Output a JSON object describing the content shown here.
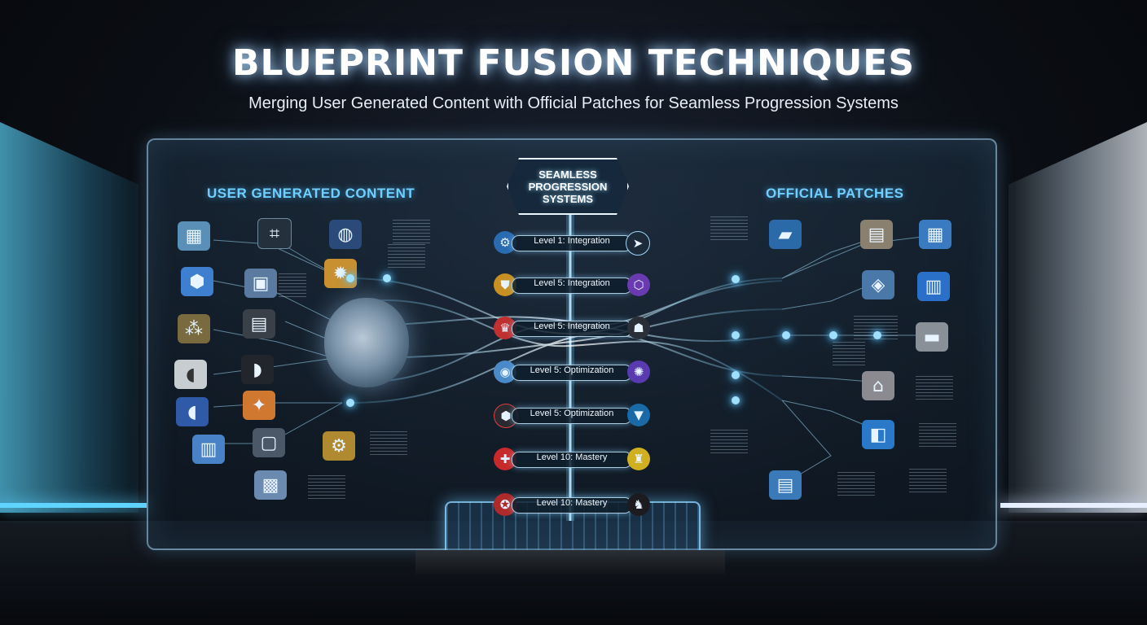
{
  "title": "BLUEPRINT FUSION TECHNIQUES",
  "subtitle": "Merging User Generated Content with Official Patches for Seamless Progression Systems",
  "sections": {
    "left_label": "USER GENERATED CONTENT",
    "right_label": "OFFICIAL PATCHES"
  },
  "hub": {
    "line1": "SEAMLESS",
    "line2": "PROGRESSION",
    "line3": "SYSTEMS"
  },
  "levels": [
    {
      "label": "Level 1: Integration"
    },
    {
      "label": "Level 5: Integration"
    },
    {
      "label": "Level 5: Integration"
    },
    {
      "label": "Level 5: Optimization"
    },
    {
      "label": "Level 5: Optimization"
    },
    {
      "label": "Level 10: Mastery"
    },
    {
      "label": "Level 10: Mastery"
    }
  ],
  "colors": {
    "accent_cyan": "#6fd0ff",
    "glow_white": "#eaf6ff",
    "panel_border": "#aadcff"
  },
  "icons": {
    "left": [
      "map-tile-icon",
      "blueprint-icon",
      "robot-icon",
      "cube-icon",
      "gadget-icon",
      "circuit-icon",
      "terrain-icon",
      "mech-icon",
      "car-icon",
      "tank-icon",
      "blue-car-icon",
      "creature-icon",
      "server-icon",
      "monitor-icon",
      "machine-icon",
      "tile-grid-icon"
    ],
    "right": [
      "platform-icon",
      "stack-icon",
      "building-icon",
      "crate-icon",
      "city-icon",
      "warehouse-icon",
      "temple-icon",
      "module-icon",
      "document-icon"
    ]
  }
}
